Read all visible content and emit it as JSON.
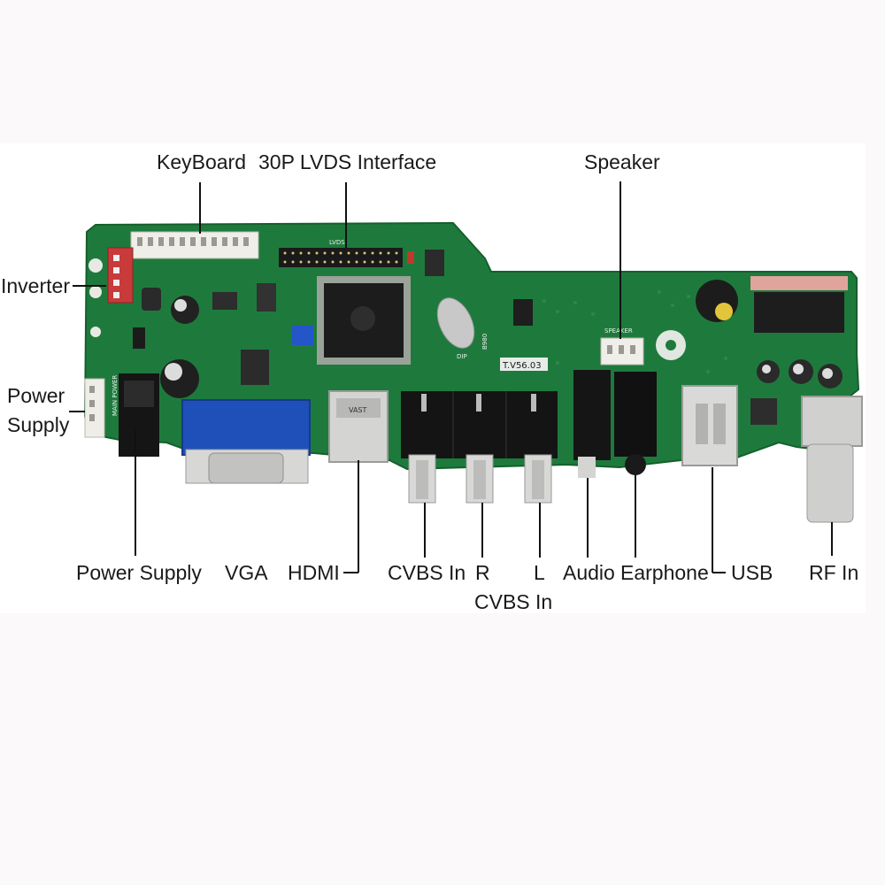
{
  "labels": {
    "keyboard": "KeyBoard",
    "lvds": "30P LVDS Interface",
    "speaker": "Speaker",
    "inverter": "Inverter",
    "power_supply_side_1": "Power",
    "power_supply_side_2": "Supply",
    "power_supply_bottom": "Power Supply",
    "vga": "VGA",
    "hdmi": "HDMI",
    "cvbs_in": "CVBS In",
    "r": "R",
    "l": "L",
    "cvbs_in_2": "CVBS In",
    "audio": "Audio",
    "earphone": "Earphone",
    "usb": "USB",
    "rf_in": "RF In"
  },
  "silkscreen": {
    "model": "T.V56.03",
    "dip": "DIP",
    "speaker": "SPEAKER",
    "lvds": "LVDS",
    "main_power": "MAIN POWER",
    "board_code": "B980",
    "vast": "VAST"
  },
  "colors": {
    "pcb": "#1e7a3c",
    "pcb_dark": "#155f2d",
    "vga": "#1f4fb8",
    "label_text": "#1a1a1a"
  }
}
